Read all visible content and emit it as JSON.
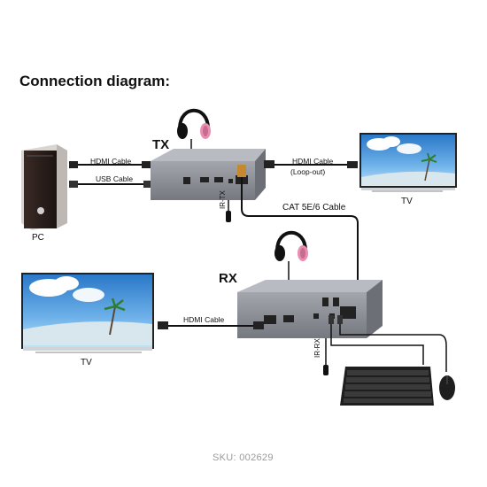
{
  "diagram": {
    "title": "Connection diagram:",
    "sku": "SKU: 002629",
    "labels": {
      "tx": "TX",
      "rx": "RX",
      "pc": "PC",
      "tv_top": "TV",
      "tv_bottom": "TV",
      "hdmi_cable_pc": "HDMI Cable",
      "usb_cable": "USB Cable",
      "hdmi_cable_loop": "HDMI Cable",
      "loop_out": "(Loop-out)",
      "cat_cable": "CAT 5E/6 Cable",
      "hdmi_cable_rx": "HDMI Cable",
      "ir_tx": "IR-TX",
      "ir_rx": "IR-RX"
    },
    "icons": [
      "headphones-icon",
      "pc-tower-icon",
      "tv-icon",
      "keyboard-icon",
      "mouse-icon",
      "ir-sensor-icon",
      "extender-box-icon"
    ],
    "colors": {
      "box": "#8c8f97",
      "box_dark": "#5d6068",
      "cable": "#111111",
      "headphone_pink": "#e88fb0",
      "sky": "#3f8fd6",
      "ground": "#7dbf4a"
    }
  }
}
